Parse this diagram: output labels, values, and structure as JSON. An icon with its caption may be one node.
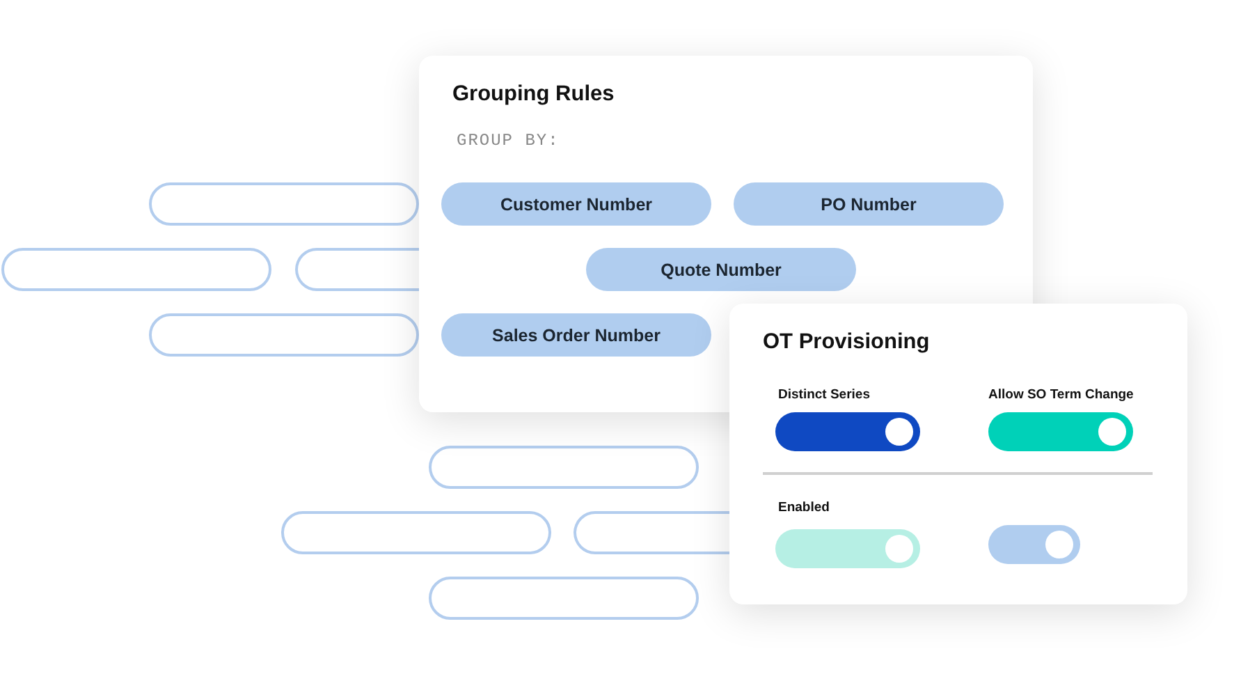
{
  "diagram": {
    "nodes": [
      {
        "text": [
          "Grouping Rules",
          "GROUP BY:"
        ]
      },
      {
        "text": [
          "Customer Number"
        ],
        "in": 0
      },
      {
        "text": [
          "PO Number"
        ],
        "in": 0
      },
      {
        "text": [
          "Quote Number"
        ],
        "in": 0
      },
      {
        "text": [
          "Sales Order Number"
        ],
        "in": 0
      },
      {
        "text": [],
        "shape": "box"
      },
      {
        "text": [],
        "shape": "box"
      },
      {
        "text": [],
        "shape": "box"
      },
      {
        "text": [],
        "shape": "box"
      },
      {
        "text": [],
        "shape": "box"
      },
      {
        "text": [],
        "shape": "box"
      },
      {
        "text": [],
        "shape": "box"
      },
      {
        "text": [],
        "shape": "box"
      },
      {
        "text": [
          "OT Provisioning"
        ]
      }
    ],
    "labels": [
      "Distinct Series",
      "Allow SO Term Change",
      "Enabled"
    ]
  }
}
